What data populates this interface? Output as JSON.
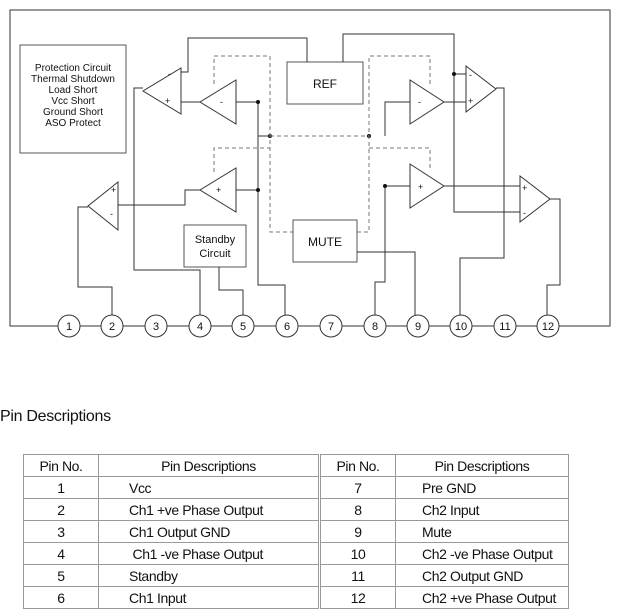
{
  "diagram": {
    "protection_lines": [
      "Protection Circuit",
      "Thermal Shutdown",
      "Load Short",
      "Vcc Short",
      "Ground Short",
      "ASO Protect"
    ],
    "ref_label": "REF",
    "mute_label": "MUTE",
    "standby_lines": [
      "Standby",
      "Circuit"
    ],
    "pins": [
      "1",
      "2",
      "3",
      "4",
      "5",
      "6",
      "7",
      "8",
      "9",
      "10",
      "11",
      "12"
    ],
    "plus_sign": "+",
    "minus_sign": "-"
  },
  "section_title": "Pin Descriptions",
  "table": {
    "headers": [
      "Pin No.",
      "Pin Descriptions",
      "Pin No.",
      "Pin Descriptions"
    ],
    "rows": [
      {
        "left_no": "1",
        "left_desc": "Vcc",
        "right_no": "7",
        "right_desc": "Pre GND"
      },
      {
        "left_no": "2",
        "left_desc": "Ch1 +ve Phase Output",
        "right_no": "8",
        "right_desc": "Ch2 Input"
      },
      {
        "left_no": "3",
        "left_desc": "Ch1 Output GND",
        "right_no": "9",
        "right_desc": "Mute"
      },
      {
        "left_no": "4",
        "left_desc": " Ch1 -ve Phase Output",
        "right_no": "10",
        "right_desc": "Ch2 -ve Phase Output"
      },
      {
        "left_no": "5",
        "left_desc": "Standby",
        "right_no": "11",
        "right_desc": "Ch2 Output GND"
      },
      {
        "left_no": "6",
        "left_desc": "Ch1 Input",
        "right_no": "12",
        "right_desc": "Ch2 +ve Phase Output"
      }
    ]
  }
}
